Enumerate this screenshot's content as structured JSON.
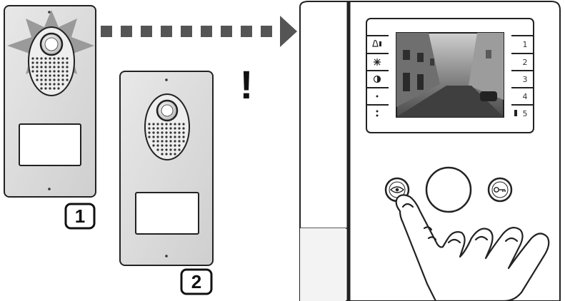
{
  "figure": {
    "panel_labels": [
      "1",
      "2"
    ],
    "warning_mark": "!",
    "monitor_button_numbers": [
      "1",
      "2",
      "3",
      "4",
      "5"
    ]
  },
  "icons": {
    "left_buttons": [
      "bell-mute-icon",
      "brightness-icon",
      "contrast-icon",
      "dot-icon",
      "double-dot-icon"
    ],
    "eye_button": "eye-icon",
    "key_button": "key-icon"
  },
  "colors": {
    "panel_fill": "#dcdcdc",
    "flash_fill": "#9a9a9a",
    "arrow_fill": "#555555",
    "outline": "#222222"
  }
}
